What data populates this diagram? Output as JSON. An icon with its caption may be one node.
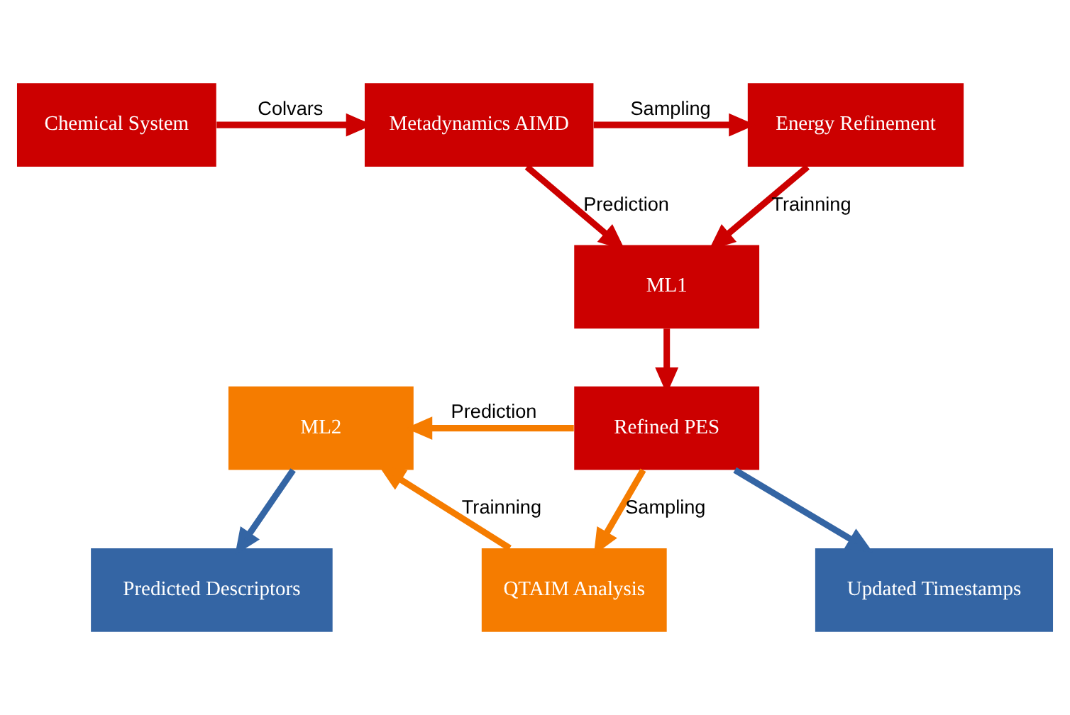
{
  "diagram": {
    "nodes": [
      {
        "text": [
          "Chemical System"
        ]
      },
      {
        "text": [
          "Metadynamics AIMD"
        ]
      },
      {
        "text": [
          "Energy Refinement"
        ]
      },
      {
        "text": [
          "ML1"
        ]
      },
      {
        "text": [
          "Refined PES"
        ]
      },
      {
        "text": [
          "ML2"
        ]
      },
      {
        "text": [
          "Predicted Descriptors"
        ]
      },
      {
        "text": [
          "QTAIM Analysis"
        ]
      },
      {
        "text": [
          "Updated Timestamps"
        ]
      }
    ],
    "edges": [
      {
        "from": 0,
        "to": 1,
        "arrow": "to",
        "label": "Colvars"
      },
      {
        "from": 1,
        "to": 2,
        "arrow": "to",
        "label": "Sampling"
      },
      {
        "from": 1,
        "to": 3,
        "arrow": "to",
        "label": "Prediction"
      },
      {
        "from": 2,
        "to": 3,
        "arrow": "to",
        "label": "Trainning"
      },
      {
        "from": 3,
        "to": 4,
        "arrow": "to"
      },
      {
        "from": 4,
        "to": 5,
        "arrow": "to",
        "label": "Prediction",
        "color": "#f57c00"
      },
      {
        "from": 4,
        "to": 7,
        "arrow": "to",
        "label": "Sampling",
        "color": "#f57c00"
      },
      {
        "from": 7,
        "to": 5,
        "arrow": "to",
        "label": "Trainning",
        "color": "#f57c00"
      },
      {
        "from": 5,
        "to": 6,
        "arrow": "to",
        "color": "#3465a4"
      },
      {
        "from": 4,
        "to": 8,
        "arrow": "to",
        "color": "#3465a4"
      }
    ]
  }
}
